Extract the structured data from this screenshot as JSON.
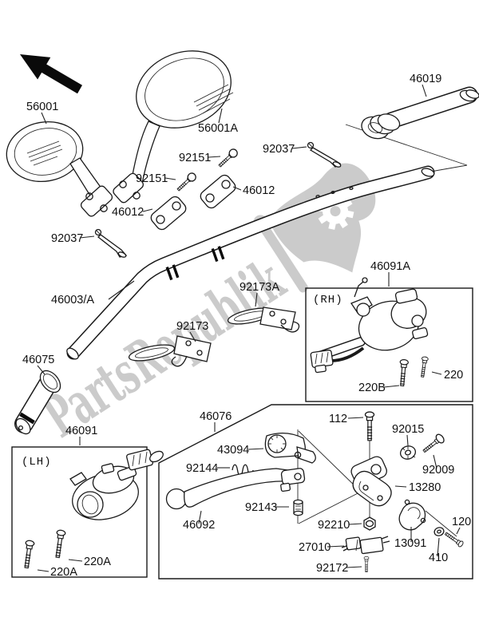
{
  "colors": {
    "background": "#ffffff",
    "line": "#1a1a1a",
    "label_text": "#111111",
    "watermark": "#c9c9c9"
  },
  "watermark": {
    "text": "PartsRepublik",
    "logo_icon": "flag-gear-icon"
  },
  "icons": {
    "direction_arrow": "arrow-up-left-icon"
  },
  "diagram": {
    "boxes": [
      {
        "id": "rh",
        "label": "(RH)"
      },
      {
        "id": "lh",
        "label": "(LH)"
      },
      {
        "id": "lever-assembly",
        "label": ""
      }
    ],
    "labels": [
      {
        "id": "56001",
        "text": "56001"
      },
      {
        "id": "56001a",
        "text": "56001A"
      },
      {
        "id": "46019",
        "text": "46019"
      },
      {
        "id": "92151-left",
        "text": "92151"
      },
      {
        "id": "92151-right",
        "text": "92151"
      },
      {
        "id": "46012-left",
        "text": "46012"
      },
      {
        "id": "46012-right",
        "text": "46012"
      },
      {
        "id": "92037-left",
        "text": "92037"
      },
      {
        "id": "92037-right",
        "text": "92037"
      },
      {
        "id": "46003a",
        "text": "46003/A"
      },
      {
        "id": "92173",
        "text": "92173"
      },
      {
        "id": "92173a",
        "text": "92173A"
      },
      {
        "id": "46075",
        "text": "46075"
      },
      {
        "id": "46091",
        "text": "46091"
      },
      {
        "id": "220a-1",
        "text": "220A"
      },
      {
        "id": "220a-2",
        "text": "220A"
      },
      {
        "id": "46091a",
        "text": "46091A"
      },
      {
        "id": "220b",
        "text": "220B"
      },
      {
        "id": "220",
        "text": "220"
      },
      {
        "id": "46076",
        "text": "46076"
      },
      {
        "id": "43094",
        "text": "43094"
      },
      {
        "id": "92144",
        "text": "92144"
      },
      {
        "id": "46092",
        "text": "46092"
      },
      {
        "id": "92143",
        "text": "92143"
      },
      {
        "id": "112",
        "text": "112"
      },
      {
        "id": "92015",
        "text": "92015"
      },
      {
        "id": "92009",
        "text": "92009"
      },
      {
        "id": "13280",
        "text": "13280"
      },
      {
        "id": "92210",
        "text": "92210"
      },
      {
        "id": "27010",
        "text": "27010"
      },
      {
        "id": "92172",
        "text": "92172"
      },
      {
        "id": "13091",
        "text": "13091"
      },
      {
        "id": "120",
        "text": "120"
      },
      {
        "id": "410",
        "text": "410"
      }
    ]
  }
}
